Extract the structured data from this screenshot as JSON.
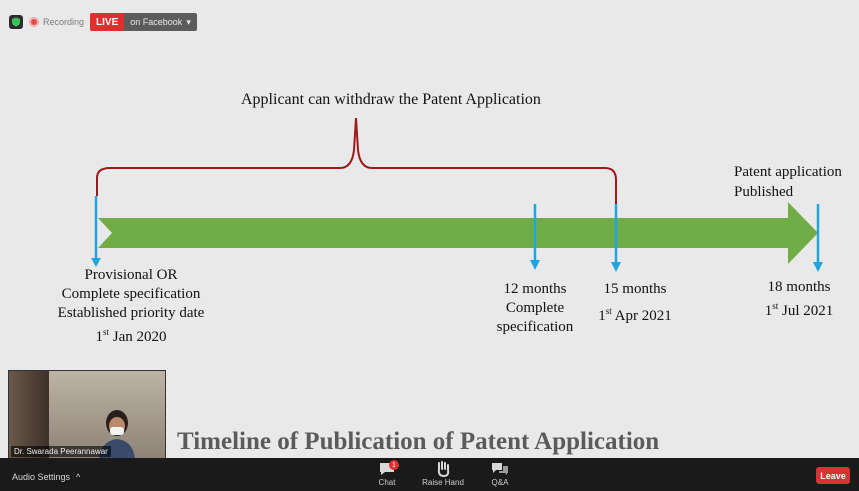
{
  "topbar": {
    "recording_label": "Recording",
    "live_label": "LIVE",
    "live_on_label": "on Facebook"
  },
  "slide": {
    "brace_label": "Applicant can withdraw the Patent Application",
    "published_line1": "Patent application",
    "published_line2": "Published",
    "provisional_line1": "Provisional OR",
    "provisional_line2": "Complete specification",
    "provisional_line3": "Established priority date",
    "provisional_day": "1",
    "provisional_sup": "st",
    "provisional_date_rest": " Jan 2020",
    "m12_line1": "12 months",
    "m12_line2": "Complete",
    "m12_line3": "specification",
    "m15_line1": "15 months",
    "m15_day": "1",
    "m15_sup": "st",
    "m15_date_rest": " Apr 2021",
    "m18_line1": "18 months",
    "m18_day": "1",
    "m18_sup": "st",
    "m18_date_rest": " Jul 2021",
    "title": "Timeline of Publication of Patent Application"
  },
  "colors": {
    "arrow": "#70ad47",
    "marker": "#1fa6e0",
    "brace": "#9e1a1a"
  },
  "camera": {
    "participant_name": "Dr. Swarada Peerannawar"
  },
  "controls": {
    "audio_settings": "Audio Settings",
    "chat_label": "Chat",
    "chat_badge": "1",
    "raise_hand_label": "Raise Hand",
    "qa_label": "Q&A",
    "leave_label": "Leave"
  }
}
